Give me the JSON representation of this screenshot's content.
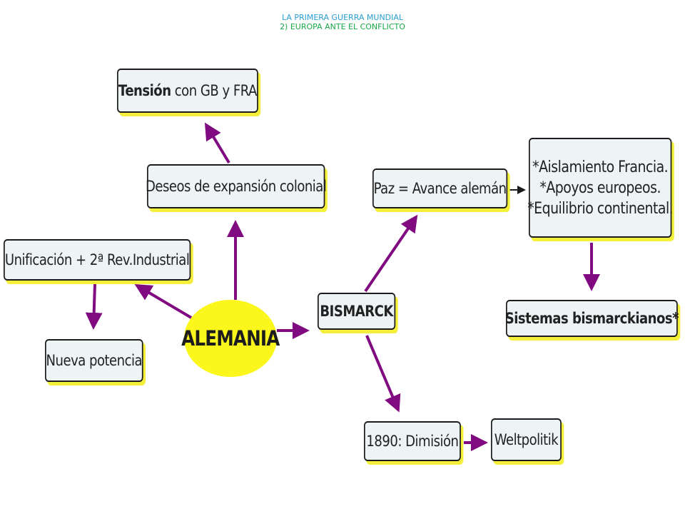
{
  "header": {
    "title": "LA PRIMERA GUERRA MUNDIAL",
    "subtitle": "2) EUROPA ANTE EL CONFLICTO"
  },
  "nodes": {
    "tension_bold": "Tensión",
    "tension_rest": " con GB y FRA",
    "deseos": "Deseos de expansión colonial",
    "unificacion": "Unificación + 2ª Rev.Industrial",
    "nueva_potencia": "Nueva potencia",
    "alemania": "ALEMANIA",
    "bismarck": "BISMARCK",
    "paz": "Paz = Avance alemán",
    "objetivos": [
      "*Aislamiento Francia.",
      "*Apoyos europeos.",
      "*Equilibrio continental."
    ],
    "sistemas": "Sistemas bismarckianos*",
    "dimision": "1890: Dimisión",
    "weltpolitik": "Weltpolitik"
  },
  "colors": {
    "arrow": "#800a80",
    "arrow_black": "#1c1c1c",
    "ellipse": "#fbf61c",
    "shadow": "#f4ef3a",
    "node_fill": "#eef3f5"
  }
}
